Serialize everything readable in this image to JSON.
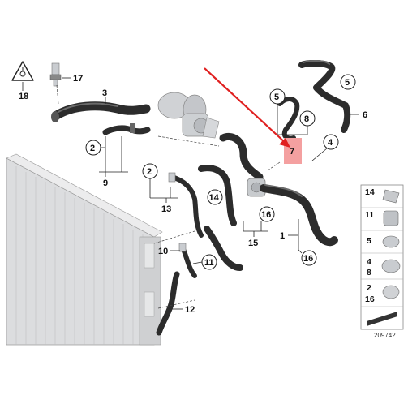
{
  "callouts": {
    "c1": "1",
    "c2a": "2",
    "c2b": "2",
    "c3": "3",
    "c4": "4",
    "c5a": "5",
    "c5b": "5",
    "c6": "6",
    "c7": "7",
    "c8": "8",
    "c9": "9",
    "c10": "10",
    "c11": "11",
    "c12": "12",
    "c13": "13",
    "c14": "14",
    "c15": "15",
    "c16a": "16",
    "c16b": "16",
    "c17": "17",
    "c18": "18"
  },
  "legend": [
    {
      "label": "14"
    },
    {
      "label": "11"
    },
    {
      "label": "5"
    },
    {
      "label": "4\n8"
    },
    {
      "label": "2\n16"
    },
    {
      "label": ""
    }
  ],
  "reference_number": "209742",
  "colors": {
    "highlight": "#f4a0a0",
    "arrow": "#e02020",
    "hose": "#2c2c2c",
    "radiator": "#d9dadb"
  }
}
